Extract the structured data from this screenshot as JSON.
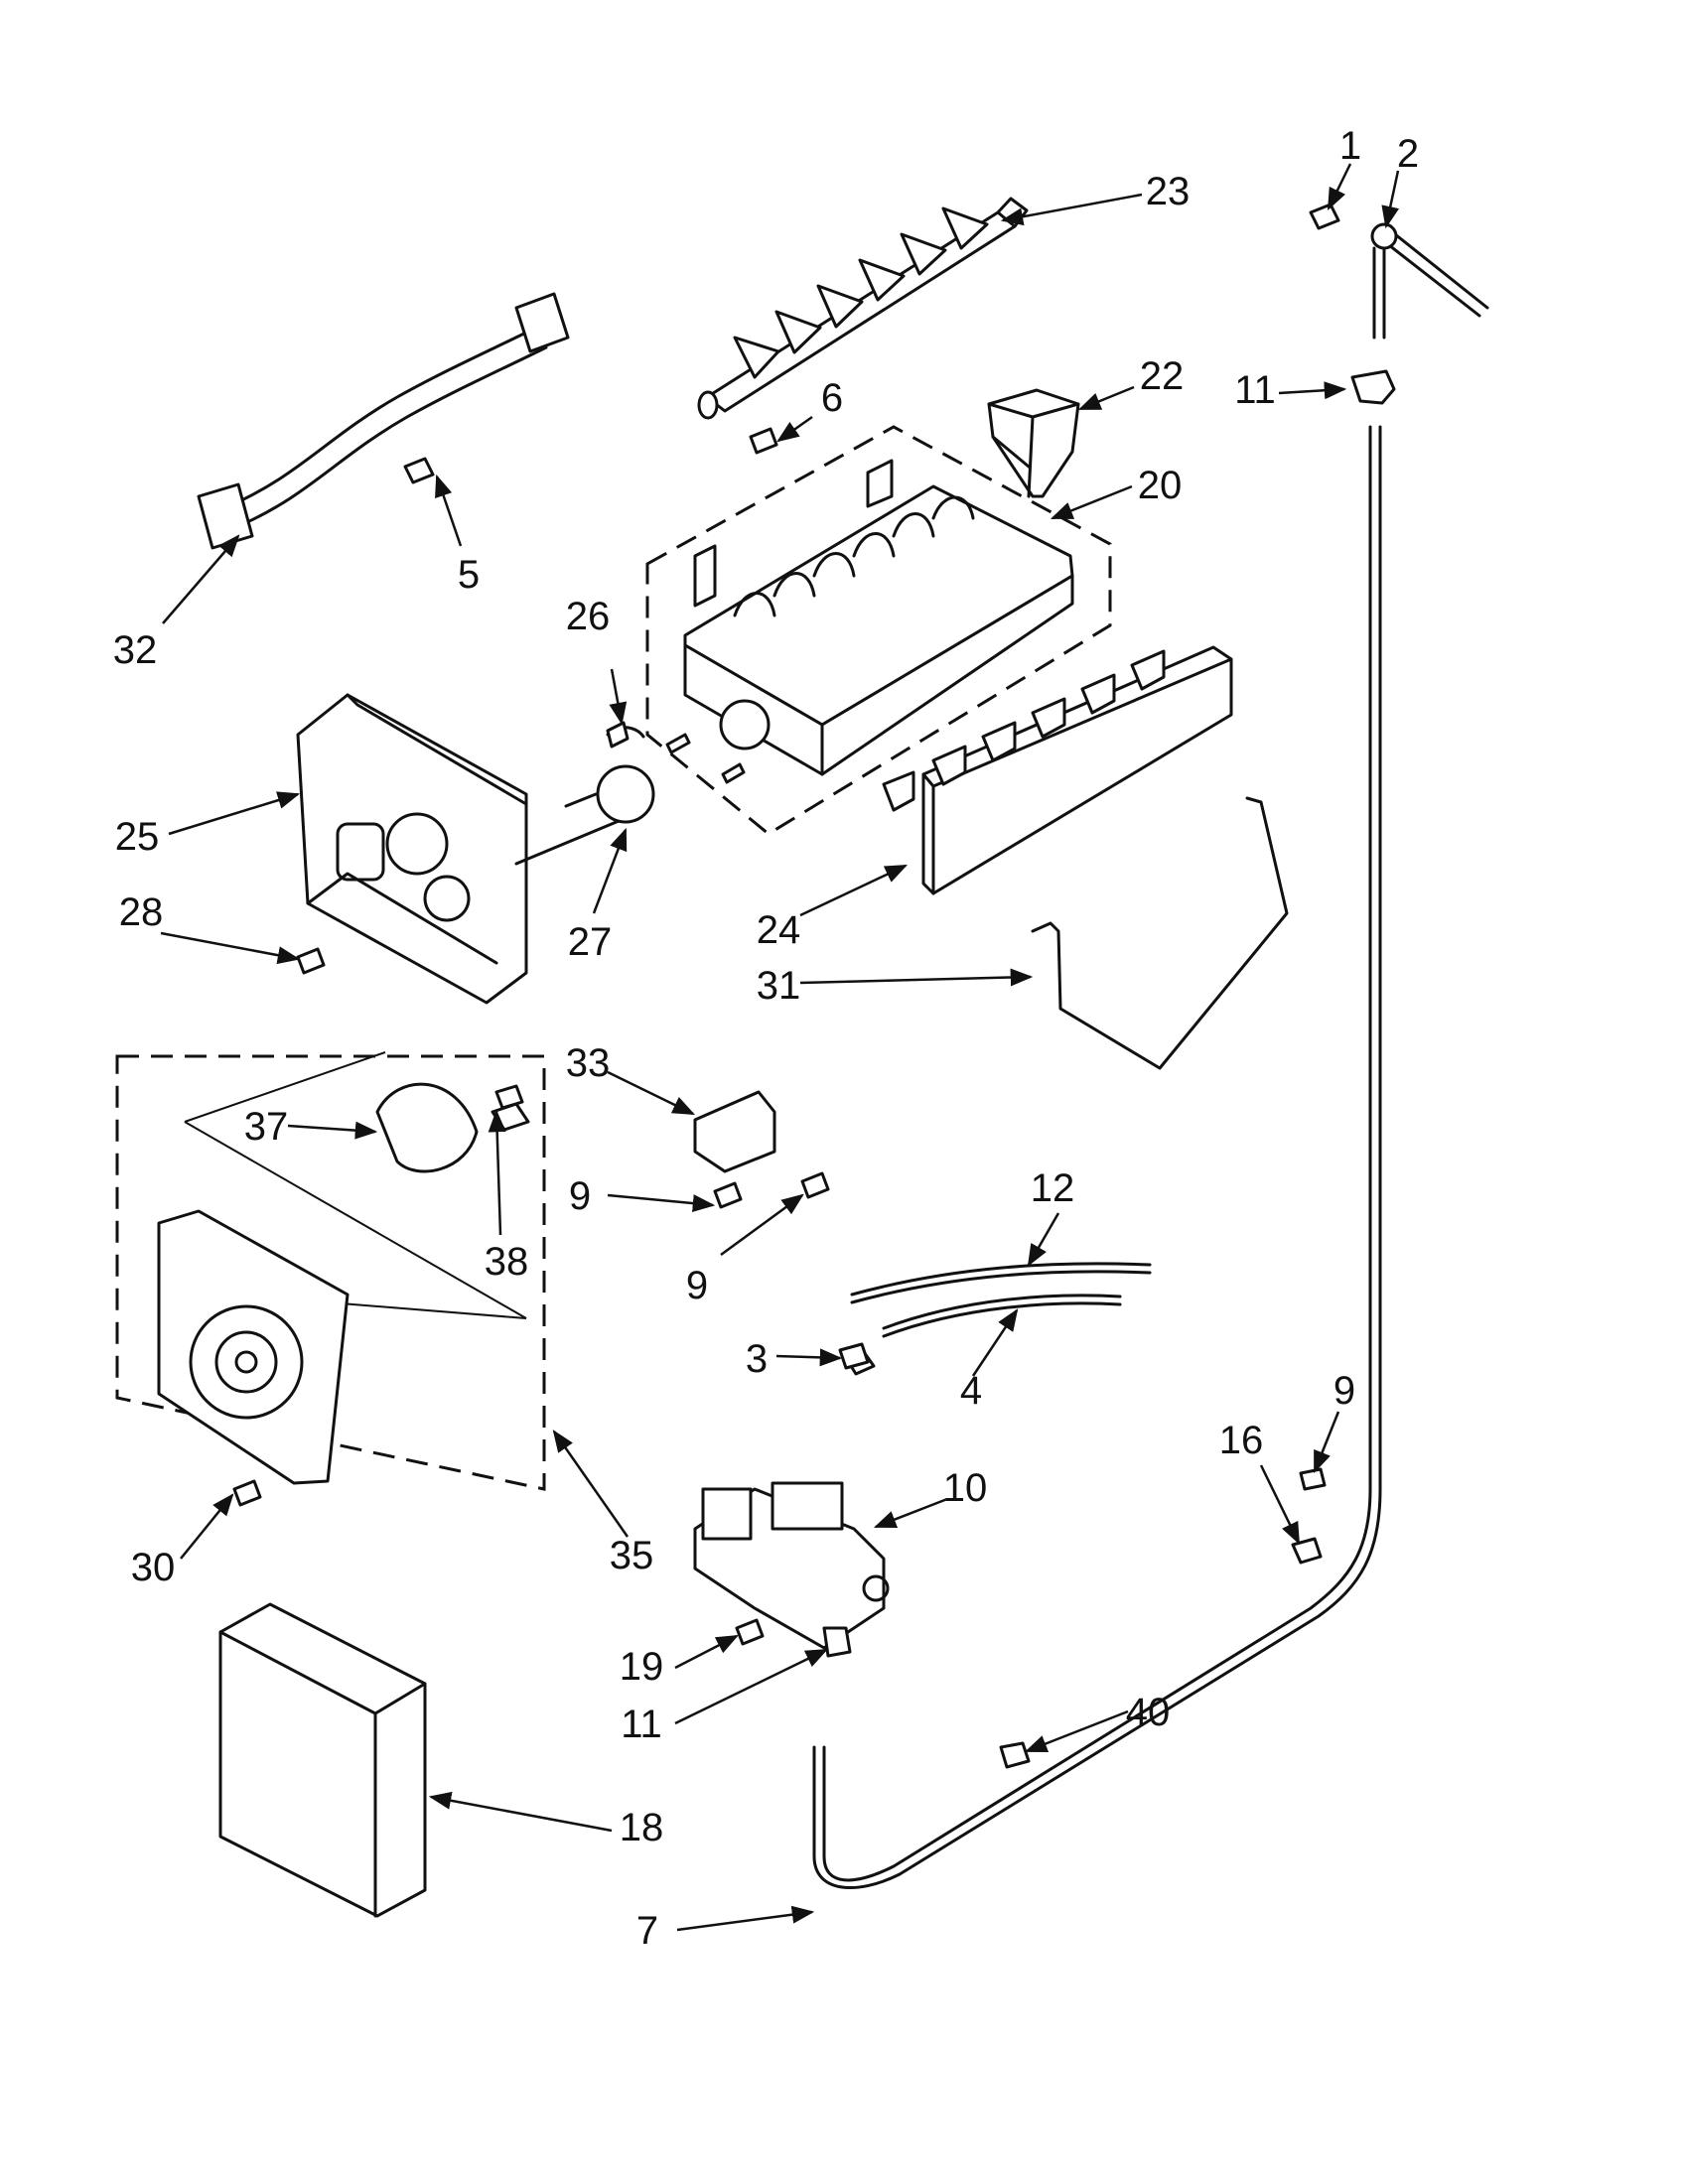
{
  "callouts": [
    {
      "id": "c1",
      "label": "1"
    },
    {
      "id": "c2",
      "label": "2"
    },
    {
      "id": "c3",
      "label": "3"
    },
    {
      "id": "c4",
      "label": "4"
    },
    {
      "id": "c5",
      "label": "5"
    },
    {
      "id": "c6",
      "label": "6"
    },
    {
      "id": "c7",
      "label": "7"
    },
    {
      "id": "c9a",
      "label": "9"
    },
    {
      "id": "c9b",
      "label": "9"
    },
    {
      "id": "c9c",
      "label": "9"
    },
    {
      "id": "c10",
      "label": "10"
    },
    {
      "id": "c11a",
      "label": "11"
    },
    {
      "id": "c11b",
      "label": "11"
    },
    {
      "id": "c12",
      "label": "12"
    },
    {
      "id": "c16",
      "label": "16"
    },
    {
      "id": "c18",
      "label": "18"
    },
    {
      "id": "c19",
      "label": "19"
    },
    {
      "id": "c20",
      "label": "20"
    },
    {
      "id": "c22",
      "label": "22"
    },
    {
      "id": "c23",
      "label": "23"
    },
    {
      "id": "c24",
      "label": "24"
    },
    {
      "id": "c25",
      "label": "25"
    },
    {
      "id": "c26",
      "label": "26"
    },
    {
      "id": "c27",
      "label": "27"
    },
    {
      "id": "c28",
      "label": "28"
    },
    {
      "id": "c30",
      "label": "30"
    },
    {
      "id": "c31",
      "label": "31"
    },
    {
      "id": "c32",
      "label": "32"
    },
    {
      "id": "c33",
      "label": "33"
    },
    {
      "id": "c35",
      "label": "35"
    },
    {
      "id": "c37",
      "label": "37"
    },
    {
      "id": "c38",
      "label": "38"
    },
    {
      "id": "c40",
      "label": "40"
    }
  ]
}
